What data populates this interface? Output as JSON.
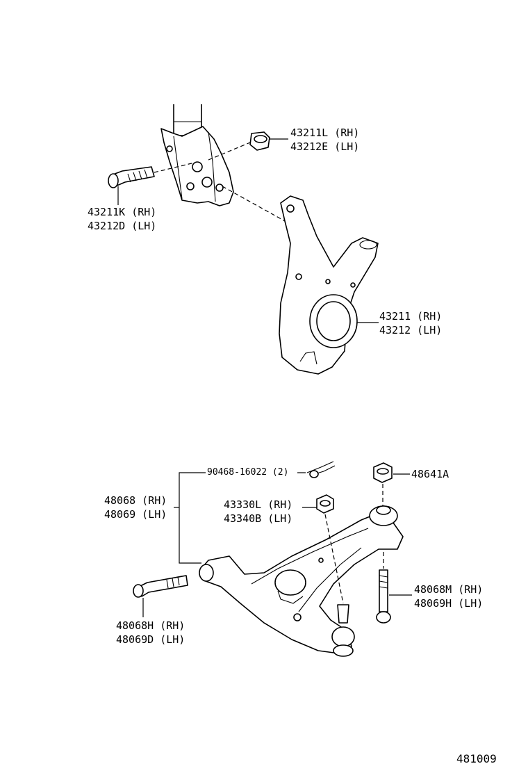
{
  "diagram": {
    "figure_number": "481009",
    "callouts": [
      {
        "id": "strut-nut",
        "lines": [
          "43211L (RH)",
          "43212E (LH)"
        ]
      },
      {
        "id": "strut-bolt",
        "lines": [
          "43211K (RH)",
          "43212D (LH)"
        ]
      },
      {
        "id": "knuckle",
        "lines": [
          "43211 (RH)",
          "43212 (LH)"
        ]
      },
      {
        "id": "cotter-pin",
        "lines": [
          "90468-16022 (2)"
        ]
      },
      {
        "id": "lower-arm",
        "lines": [
          "48068 (RH)",
          "48069 (LH)"
        ]
      },
      {
        "id": "balljoint-nut",
        "lines": [
          "43330L (RH)",
          "43340B (LH)"
        ]
      },
      {
        "id": "rear-nut",
        "lines": [
          "48641A"
        ]
      },
      {
        "id": "rear-bolt",
        "lines": [
          "48068M (RH)",
          "48069H (LH)"
        ]
      },
      {
        "id": "front-bolt",
        "lines": [
          "48068H (RH)",
          "48069D (LH)"
        ]
      }
    ]
  }
}
